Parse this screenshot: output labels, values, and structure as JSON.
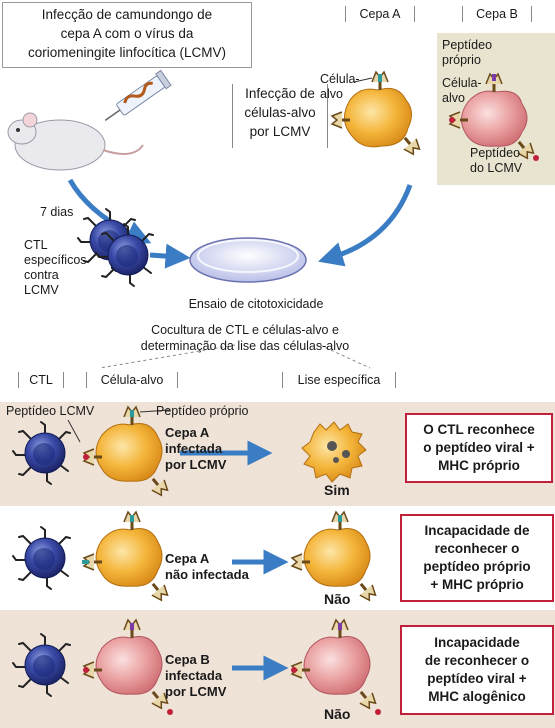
{
  "top": {
    "infection_title": [
      "Infecção de camundongo de",
      "cepa A com o vírus da",
      "coriomeningite linfocítica (LCMV)"
    ],
    "strain_a": "Cepa A",
    "strain_b": "Cepa B",
    "target_infection": [
      "Infecção de",
      "células-alvo",
      "por LCMV"
    ],
    "cell_label_a": [
      "Célula-",
      "alvo"
    ],
    "cell_label_b": [
      "Célula-",
      "alvo"
    ],
    "self_peptide": [
      "Peptídeo",
      "próprio"
    ],
    "lcmv_peptide": [
      "Peptídeo",
      "do LCMV"
    ],
    "days": "7 dias",
    "ctl_label": [
      "CTL",
      "específicos",
      "contra",
      "LCMV"
    ],
    "assay": "Ensaio de citotoxicidade",
    "coculture": [
      "Cocultura de CTL e células-alvo e",
      "determinação da lise das células-alvo"
    ]
  },
  "columns": {
    "ctl": "CTL",
    "target": "Célula-alvo",
    "lysis": "Lise específica"
  },
  "row1": {
    "peptide_lcmv": "Peptídeo LCMV",
    "peptide_self": "Peptídeo próprio",
    "cell_desc": [
      "Cepa A",
      "infectada",
      "por LCMV"
    ],
    "result": "Sim",
    "conclusion": [
      "O CTL reconhece",
      "o peptídeo viral +",
      "MHC próprio"
    ]
  },
  "row2": {
    "cell_desc": [
      "Cepa A",
      "não infectada"
    ],
    "result": "Não",
    "conclusion": [
      "Incapacidade de",
      "reconhecer o",
      "peptídeo próprio",
      "+ MHC próprio"
    ]
  },
  "row3": {
    "cell_desc": [
      "Cepa B",
      "infectada",
      "por LCMV"
    ],
    "result": "Não",
    "conclusion": [
      "Incapacidade",
      "de reconhecer o",
      "peptídeo viral +",
      "MHC alogênico"
    ]
  },
  "colors": {
    "ctl_blue": "#2b3a8f",
    "cell_orange": "#f0a020",
    "cell_pink": "#e79a9a",
    "arrow_blue": "#3b7dc4",
    "red_border": "#c0203a",
    "row_band": "#efe2d6",
    "strain_b_bg": "#e8e4cf"
  }
}
